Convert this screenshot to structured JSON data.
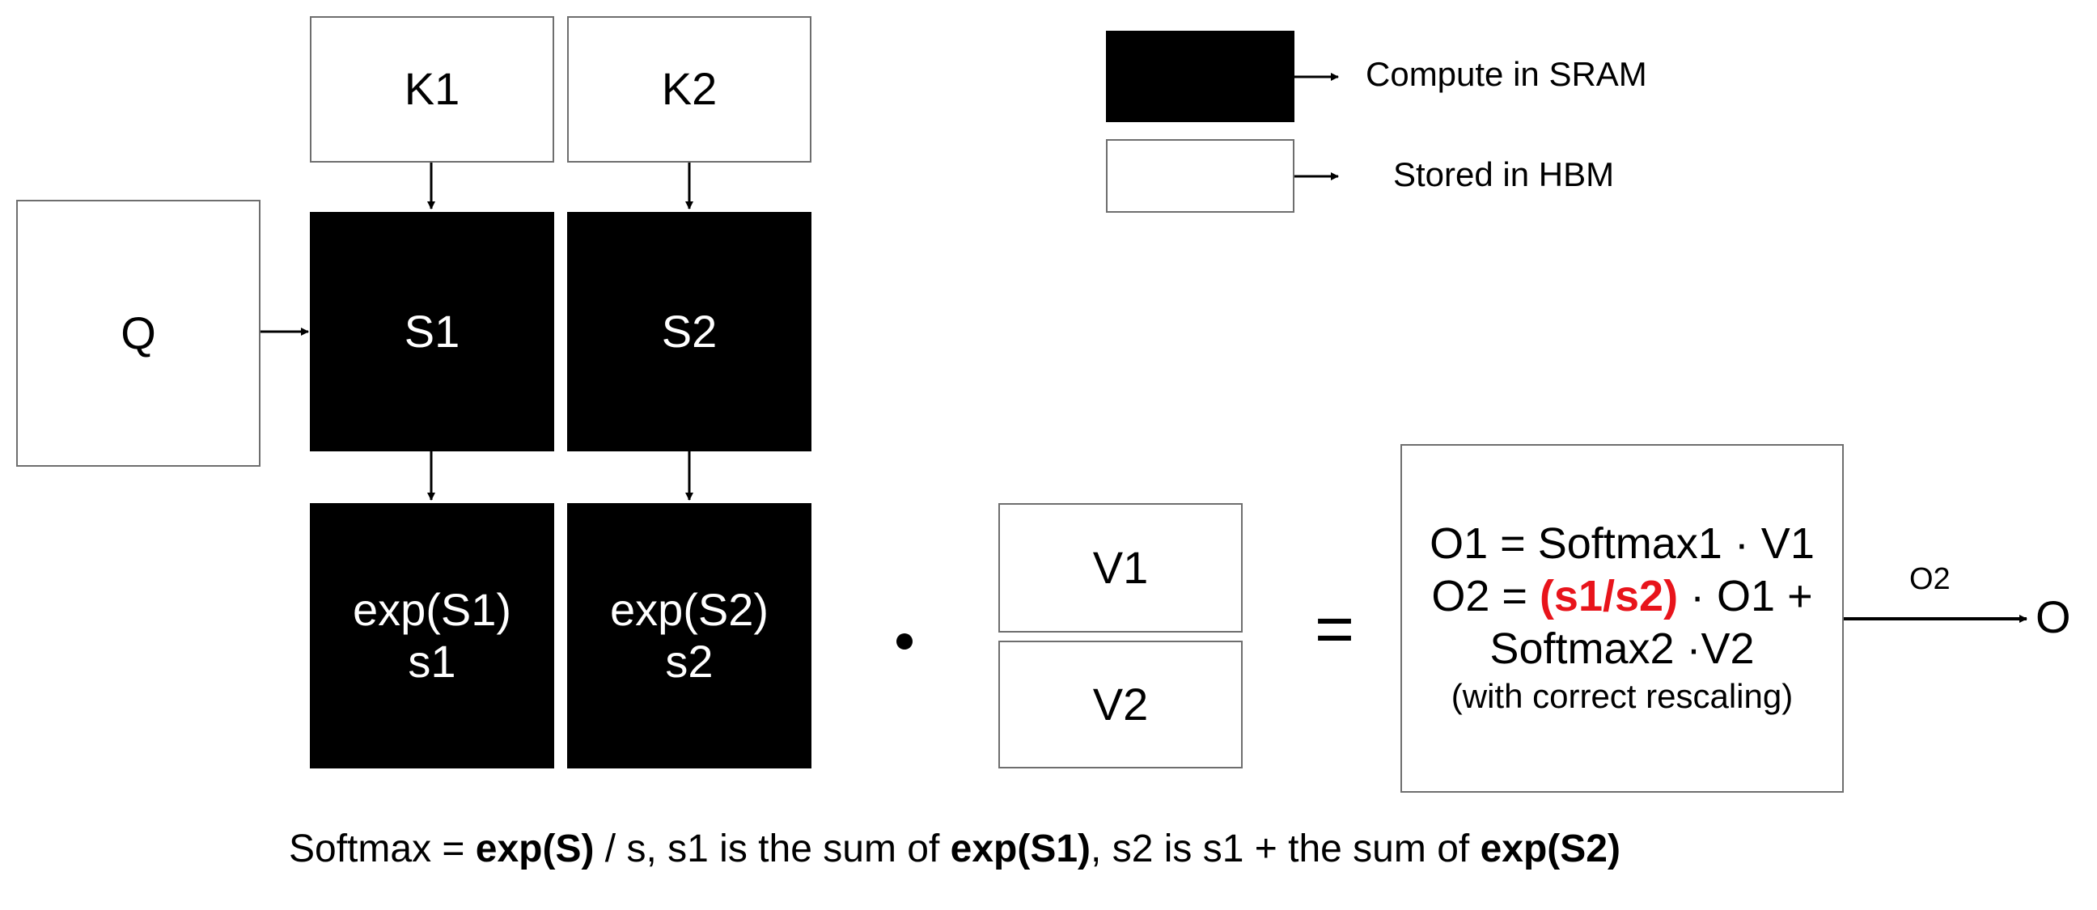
{
  "blocks": {
    "q": "Q",
    "k1": "K1",
    "k2": "K2",
    "s1": "S1",
    "s2": "S2",
    "exp1_line1": "exp(S1)",
    "exp1_line2": "s1",
    "exp2_line1": "exp(S2)",
    "exp2_line2": "s2",
    "v1": "V1",
    "v2": "V2"
  },
  "legend": {
    "compute": "Compute in SRAM",
    "stored": "Stored in HBM"
  },
  "operators": {
    "equals": "="
  },
  "formula": {
    "line1": "O1 = Softmax1 · V1",
    "line2_prefix": "O2 = ",
    "line2_red": "(s1/s2)",
    "line2_suffix": " · O1 +",
    "line3": "Softmax2 ·V2",
    "line4": "(with correct rescaling)"
  },
  "output": {
    "arrow_label": "O2",
    "result": "O"
  },
  "caption": {
    "part1": "Softmax = ",
    "bold1": "exp(S)",
    "part2": " / s,  s1 is the sum of ",
    "bold2": "exp(S1)",
    "part3": ", s2 is s1 + the sum of ",
    "bold3": "exp(S2)"
  },
  "colors": {
    "compute_fill": "#000000",
    "stored_fill": "#ffffff",
    "highlight": "#e8141b"
  }
}
